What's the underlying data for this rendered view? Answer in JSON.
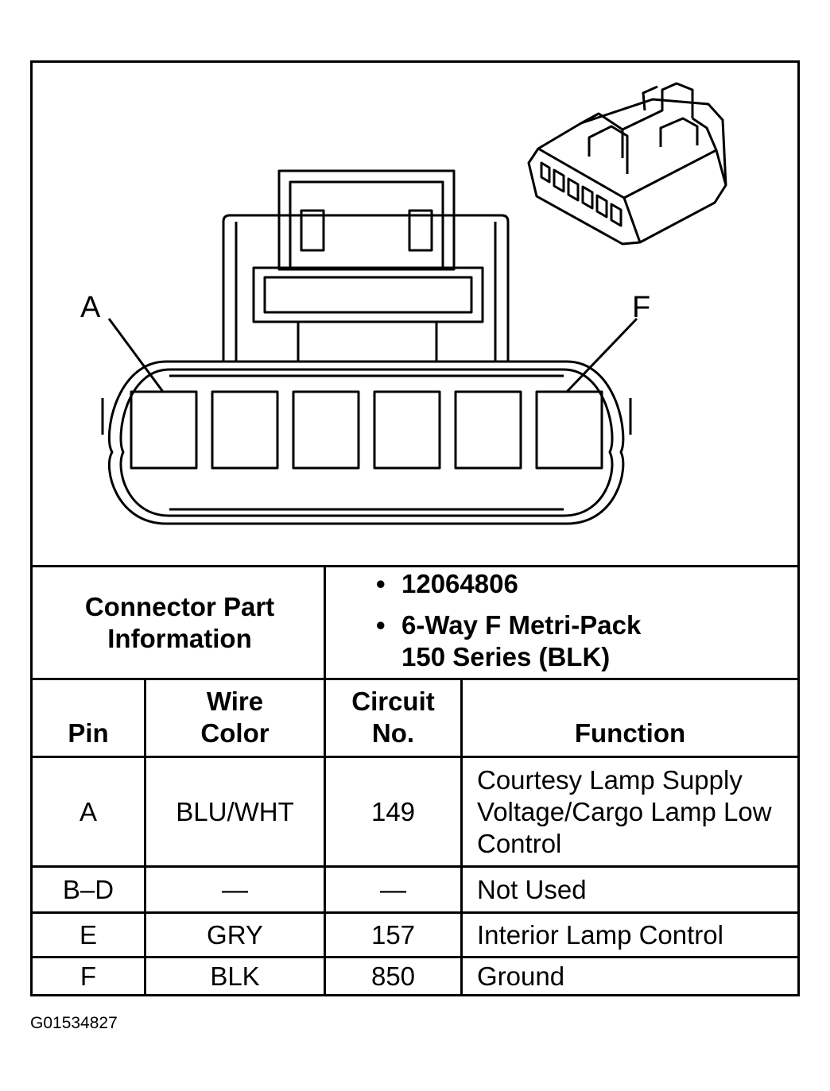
{
  "diagram": {
    "pin_labels": {
      "first": "A",
      "last": "F"
    }
  },
  "part_info": {
    "label": "Connector Part Information",
    "items": [
      "12064806",
      "6-Way F Metri-Pack 150 Series (BLK)"
    ]
  },
  "table": {
    "headers": {
      "pin": "Pin",
      "wire_color": "Wire Color",
      "circuit": "Circuit No.",
      "function": "Function"
    },
    "rows": [
      {
        "pin": "A",
        "wire_color": "BLU/WHT",
        "circuit": "149",
        "function": "Courtesy Lamp Supply Voltage/Cargo Lamp Low Control"
      },
      {
        "pin": "B–D",
        "wire_color": "—",
        "circuit": "—",
        "function": "Not Used"
      },
      {
        "pin": "E",
        "wire_color": "GRY",
        "circuit": "157",
        "function": "Interior Lamp Control"
      },
      {
        "pin": "F",
        "wire_color": "BLK",
        "circuit": "850",
        "function": "Ground"
      }
    ]
  },
  "figure_id": "G01534827"
}
